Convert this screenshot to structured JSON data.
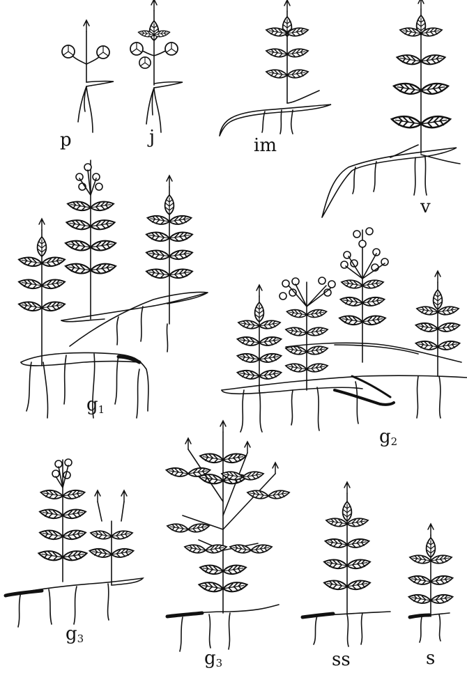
{
  "stages": [
    {
      "id": "p",
      "text": "p",
      "sub": ""
    },
    {
      "id": "j",
      "text": "j",
      "sub": ""
    },
    {
      "id": "im",
      "text": "im",
      "sub": ""
    },
    {
      "id": "v",
      "text": "v",
      "sub": ""
    },
    {
      "id": "g1",
      "text": "g",
      "sub": "1"
    },
    {
      "id": "g2",
      "text": "g",
      "sub": "2"
    },
    {
      "id": "g3a",
      "text": "g",
      "sub": "3"
    },
    {
      "id": "g3b",
      "text": "g",
      "sub": "3"
    },
    {
      "id": "ss",
      "text": "ss",
      "sub": ""
    },
    {
      "id": "s",
      "text": "s",
      "sub": ""
    }
  ],
  "colors": {
    "ink": "#111111",
    "paper": "#ffffff"
  }
}
